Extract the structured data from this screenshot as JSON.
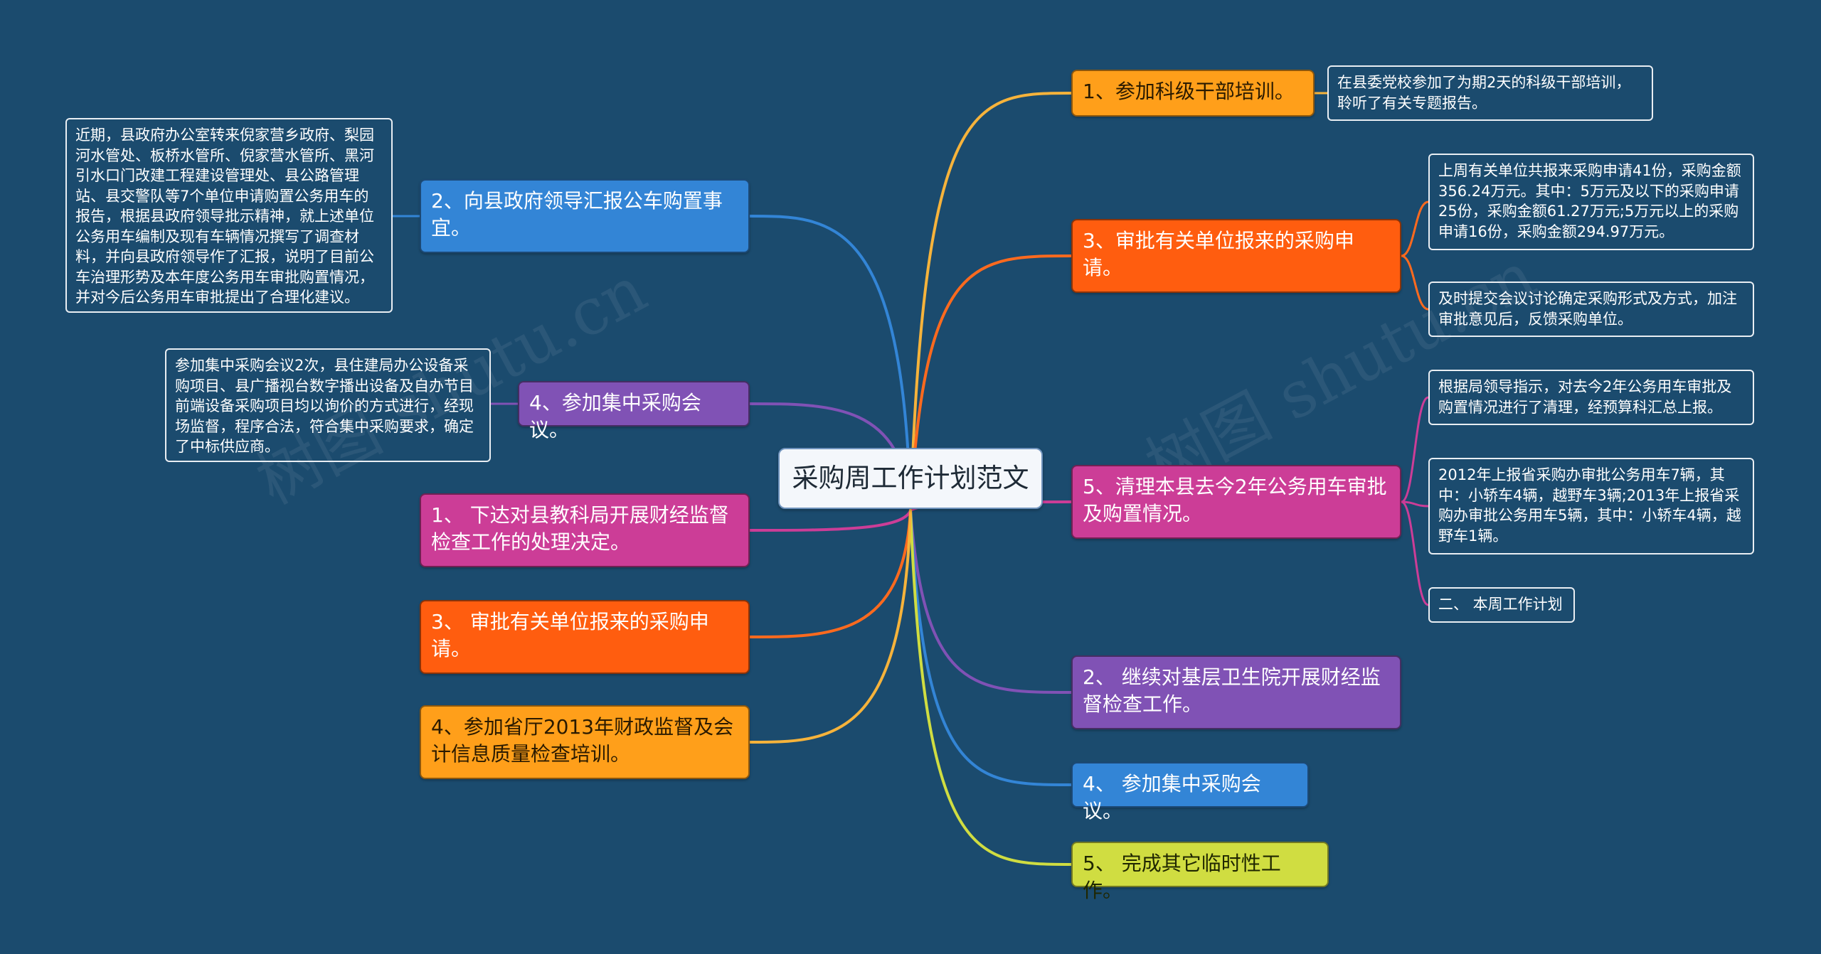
{
  "center": {
    "label": "采购周工作计划范文"
  },
  "right": [
    {
      "id": "r1",
      "label": "1、参加科级干部培训。",
      "color": "#f6b33b",
      "notes": [
        "在县委党校参加了为期2天的科级干部培训，聆听了有关专题报告。"
      ]
    },
    {
      "id": "r2",
      "label": "3、审批有关单位报来的采购申请。",
      "color": "#ff6a1e",
      "notes": [
        "上周有关单位共报来采购申请41份，采购金额356.24万元。其中：5万元及以下的采购申请25份，采购金额61.27万元;5万元以上的采购申请16份，采购金额294.97万元。",
        "及时提交会议讨论确定采购形式及方式，加注审批意见后，反馈采购单位。"
      ]
    },
    {
      "id": "r3",
      "label": "5、清理本县去今2年公务用车审批及购置情况。",
      "color": "#cc3d97",
      "notes": [
        "根据局领导指示，对去今2年公务用车审批及购置情况进行了清理，经预算科汇总上报。",
        "2012年上报省采购办审批公务用车7辆，其中：小轿车4辆，越野车3辆;2013年上报省采购办审批公务用车5辆，其中：小轿车4辆，越野车1辆。",
        "二、 本周工作计划"
      ]
    },
    {
      "id": "r4",
      "label": "2、 继续对基层卫生院开展财经监督检查工作。",
      "color": "#8052b5",
      "notes": []
    },
    {
      "id": "r5",
      "label": "4、 参加集中采购会议。",
      "color": "#3385d6",
      "notes": []
    },
    {
      "id": "r6",
      "label": "5、 完成其它临时性工作。",
      "color": "#d0dd41",
      "notes": []
    }
  ],
  "left": [
    {
      "id": "l1",
      "label": "2、向县政府领导汇报公车购置事宜。",
      "color": "#3385d6",
      "notes": [
        "近期，县政府办公室转来倪家营乡政府、梨园河水管处、板桥水管所、倪家营水管所、黑河引水口门改建工程建设管理处、县公路管理站、县交警队等7个单位申请购置公务用车的报告，根据县政府领导批示精神，就上述单位公务用车编制及现有车辆情况撰写了调查材料，并向县政府领导作了汇报，说明了目前公车治理形势及本年度公务用车审批购置情况，并对今后公务用车审批提出了合理化建议。"
      ]
    },
    {
      "id": "l2",
      "label": "4、参加集中采购会议。",
      "color": "#8052b5",
      "notes": [
        "参加集中采购会议2次，县住建局办公设备采购项目、县广播视台数字播出设备及自办节目前端设备采购项目均以询价的方式进行，经现场监督，程序合法，符合集中采购要求，确定了中标供应商。"
      ]
    },
    {
      "id": "l3",
      "label": "1、 下达对县教科局开展财经监督检查工作的处理决定。",
      "color": "#cc3d97",
      "notes": []
    },
    {
      "id": "l4",
      "label": "3、 审批有关单位报来的采购申请。",
      "color": "#ff6a1e",
      "notes": []
    },
    {
      "id": "l5",
      "label": "4、参加省厅2013年财政监督及会计信息质量检查培训。",
      "color": "#f6b33b",
      "notes": []
    }
  ],
  "watermarks": [
    "树图 shutu.cn",
    "树图 shutu.cn"
  ]
}
